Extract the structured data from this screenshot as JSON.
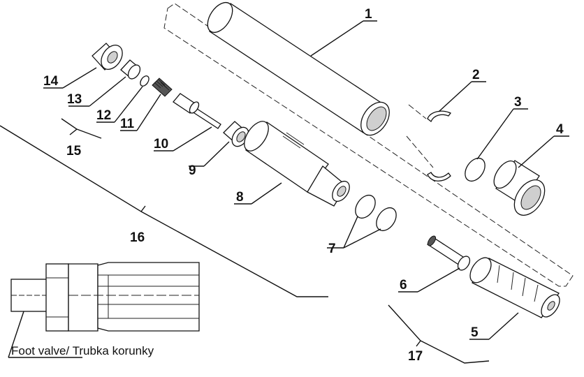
{
  "diagram": {
    "callouts": [
      "1",
      "2",
      "3",
      "4",
      "5",
      "6",
      "7",
      "8",
      "9",
      "10",
      "11",
      "12",
      "13",
      "14",
      "15",
      "16",
      "17"
    ],
    "legend": {
      "foot_valve": "Foot valve",
      "separator": "/ ",
      "trubka": "Trubka korunky"
    }
  }
}
